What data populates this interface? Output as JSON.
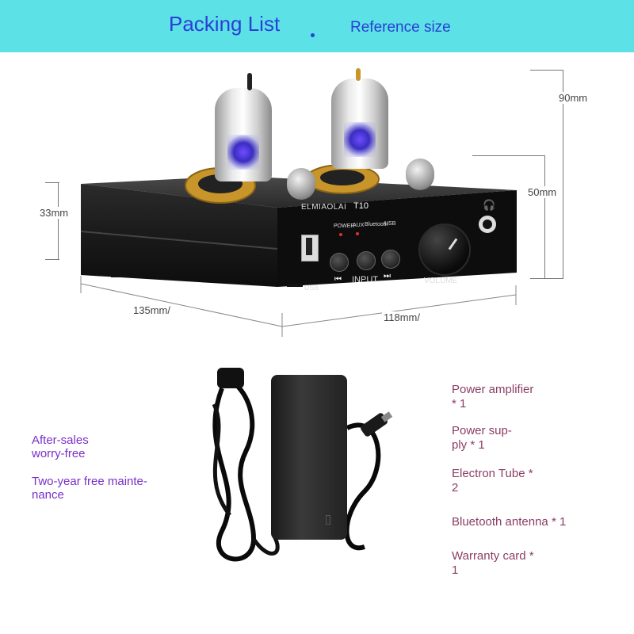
{
  "header": {
    "title": "Packing List",
    "subtitle": "Reference size",
    "bg_color": "#5ce1e6",
    "text_color": "#2b3ed6"
  },
  "dimensions": {
    "height_total": "90mm",
    "height_body": "50mm",
    "front_height": "33mm",
    "depth": "135mm/",
    "width": "118mm/"
  },
  "amplifier": {
    "brand": "ELMIAOLAI",
    "model": "T10",
    "indicators": [
      "POWER",
      "AUX",
      "Bluetooth",
      "USB"
    ],
    "usb_label": "USB",
    "input_label": "INPUT",
    "volume_minus": "-",
    "volume_label": "VOLUME",
    "volume_plus": "+",
    "prev_icon": "skip-back-icon",
    "next_icon": "skip-forward-icon",
    "headphone_icon": "headphone-icon"
  },
  "after_sales": {
    "line1": "After-sales",
    "line2": "worry-free",
    "maint1": "Two-year free mainte-",
    "maint2": "nance"
  },
  "packing_items": [
    {
      "l1": "Power amplifier",
      "l2": "* 1"
    },
    {
      "l1": "Power sup-",
      "l2": "ply * 1"
    },
    {
      "l1": "Electron Tube *",
      "l2": "2"
    },
    {
      "l1": "Bluetooth antenna * 1",
      "l2": ""
    },
    {
      "l1": "Warranty card *",
      "l2": "1"
    }
  ]
}
